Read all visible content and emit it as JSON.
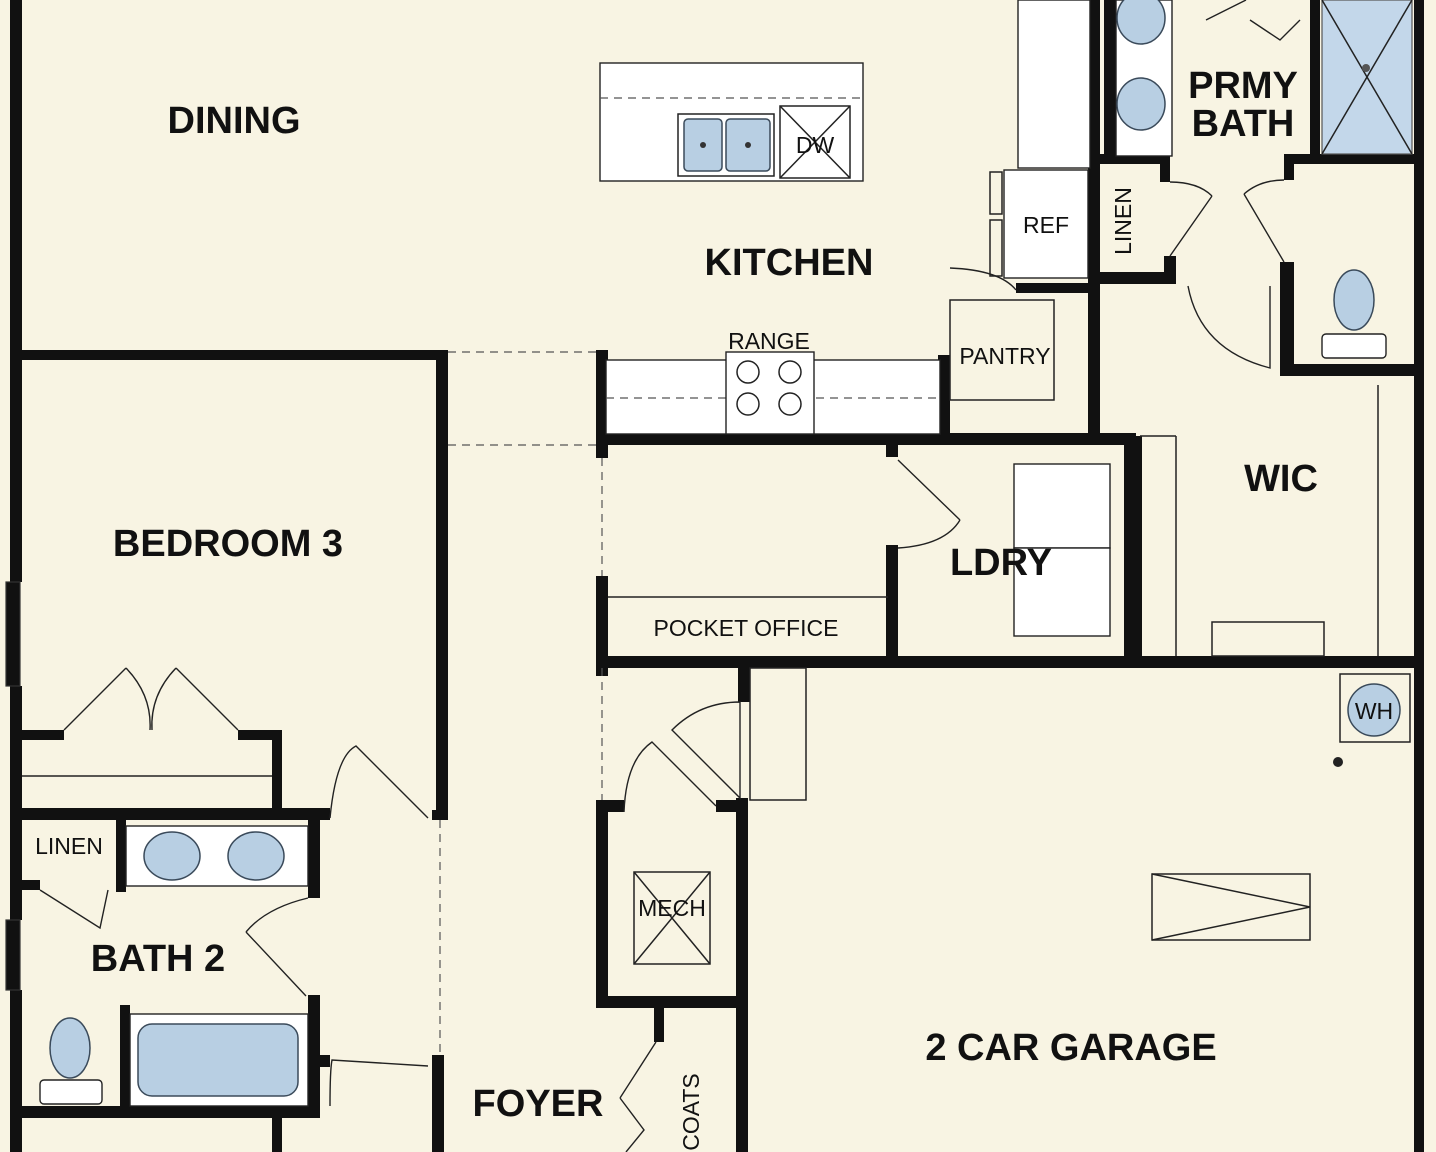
{
  "rooms": {
    "dining": "DINING",
    "kitchen": "KITCHEN",
    "primary_bath_line1": "PRMY",
    "primary_bath_line2": "BATH",
    "bedroom3": "BEDROOM 3",
    "laundry": "LDRY",
    "wic": "WIC",
    "bath2": "BATH 2",
    "foyer": "FOYER",
    "garage": "2 CAR GARAGE"
  },
  "fixtures": {
    "dishwasher": "DW",
    "refrigerator": "REF",
    "primary_linen": "LINEN",
    "range": "RANGE",
    "pantry": "PANTRY",
    "pocket_office": "POCKET OFFICE",
    "water_heater": "WH",
    "bath_linen": "LINEN",
    "mechanical": "MECH",
    "coats": "COATS"
  },
  "colors": {
    "floor": "#f8f4e3",
    "wall": "#111111",
    "fixture": "#b8cfe3"
  }
}
